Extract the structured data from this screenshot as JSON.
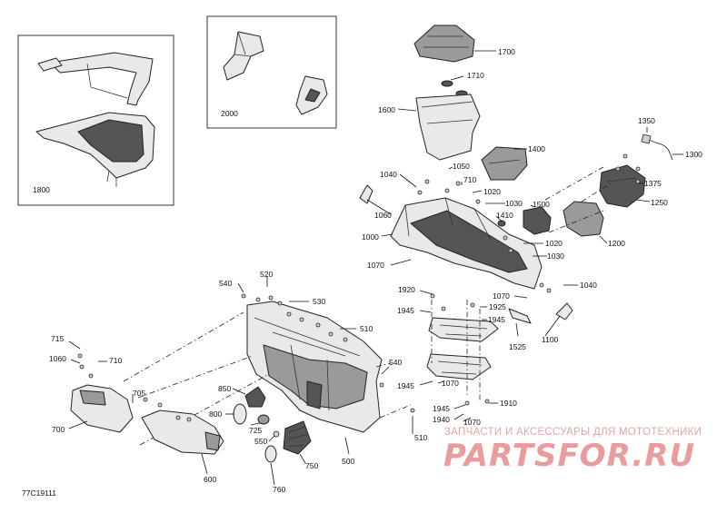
{
  "diagram_ref": "77C19111",
  "watermark": {
    "tagline": "ЗАПЧАСТИ И АКСЕССУАРЫ ДЛЯ МОТОТЕХНИКИ",
    "brand": "PARTSFOR.RU"
  },
  "colors": {
    "line": "#222222",
    "part_fill": "#e9e9e9",
    "watermark": "#e27c7c"
  },
  "callouts": [
    {
      "id": "c1700",
      "text": "1700"
    },
    {
      "id": "c1710",
      "text": "1710"
    },
    {
      "id": "c1600",
      "text": "1600"
    },
    {
      "id": "c1400",
      "text": "1400"
    },
    {
      "id": "c1350",
      "text": "1350"
    },
    {
      "id": "c1300",
      "text": "1300"
    },
    {
      "id": "c1375",
      "text": "1375"
    },
    {
      "id": "c1250",
      "text": "1250"
    },
    {
      "id": "c1200",
      "text": "1200"
    },
    {
      "id": "c1050",
      "text": "1050"
    },
    {
      "id": "c1040a",
      "text": "1040"
    },
    {
      "id": "c710a",
      "text": "710"
    },
    {
      "id": "c1020a",
      "text": "1020"
    },
    {
      "id": "c1030a",
      "text": "1030"
    },
    {
      "id": "c1500",
      "text": "1500"
    },
    {
      "id": "c1060a",
      "text": "1060"
    },
    {
      "id": "c1410",
      "text": "1410"
    },
    {
      "id": "c1000",
      "text": "1000"
    },
    {
      "id": "c1020b",
      "text": "1020"
    },
    {
      "id": "c1030b",
      "text": "1030"
    },
    {
      "id": "c1070a",
      "text": "1070"
    },
    {
      "id": "c1040b",
      "text": "1040"
    },
    {
      "id": "c1920",
      "text": "1920"
    },
    {
      "id": "c1070b",
      "text": "1070"
    },
    {
      "id": "c1925",
      "text": "1925"
    },
    {
      "id": "c1945a",
      "text": "1945"
    },
    {
      "id": "c1945b",
      "text": "1945"
    },
    {
      "id": "c1525",
      "text": "1525"
    },
    {
      "id": "c1100",
      "text": "1100"
    },
    {
      "id": "c1945c",
      "text": "1945"
    },
    {
      "id": "c1070c",
      "text": "1070"
    },
    {
      "id": "c1910",
      "text": "1910"
    },
    {
      "id": "c1945d",
      "text": "1945"
    },
    {
      "id": "c1940",
      "text": "1940"
    },
    {
      "id": "c1070d",
      "text": "1070"
    },
    {
      "id": "c1800",
      "text": "1800"
    },
    {
      "id": "c2000",
      "text": "2000"
    },
    {
      "id": "c540a",
      "text": "540"
    },
    {
      "id": "c520",
      "text": "520"
    },
    {
      "id": "c530",
      "text": "530"
    },
    {
      "id": "c510a",
      "text": "510"
    },
    {
      "id": "c715",
      "text": "715"
    },
    {
      "id": "c1060b",
      "text": "1060"
    },
    {
      "id": "c710b",
      "text": "710"
    },
    {
      "id": "c705",
      "text": "705"
    },
    {
      "id": "c700",
      "text": "700"
    },
    {
      "id": "c850",
      "text": "850"
    },
    {
      "id": "c800",
      "text": "800"
    },
    {
      "id": "c725",
      "text": "725"
    },
    {
      "id": "c550",
      "text": "550"
    },
    {
      "id": "c750",
      "text": "750"
    },
    {
      "id": "c760",
      "text": "760"
    },
    {
      "id": "c600",
      "text": "600"
    },
    {
      "id": "c500",
      "text": "500"
    },
    {
      "id": "c540b",
      "text": "540"
    },
    {
      "id": "c510b",
      "text": "510"
    }
  ]
}
